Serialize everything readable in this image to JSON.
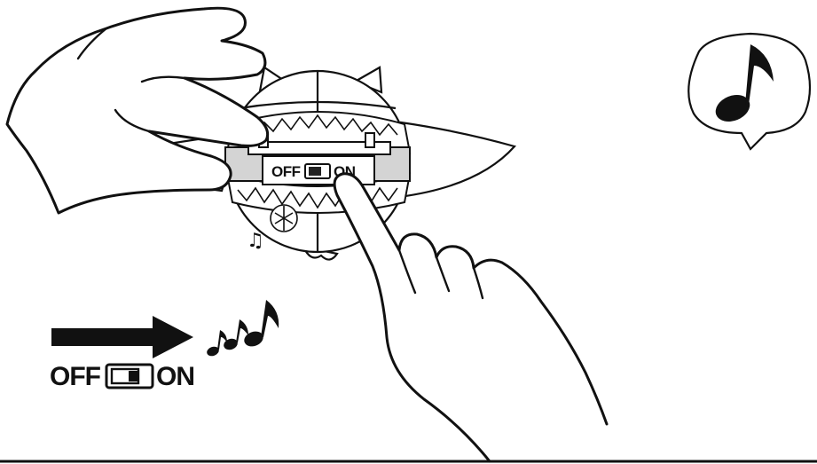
{
  "switch_labels": {
    "small_off": "OFF",
    "small_on": "ON",
    "big_off": "OFF",
    "big_on": "ON"
  },
  "icons": {
    "speech_bubble_note": "single-music-note",
    "sound_notes": "three-music-notes",
    "arrow": "right-arrow"
  },
  "colors": {
    "line": "#111111",
    "fill": "#ffffff",
    "tray": "#d4d4d4"
  }
}
